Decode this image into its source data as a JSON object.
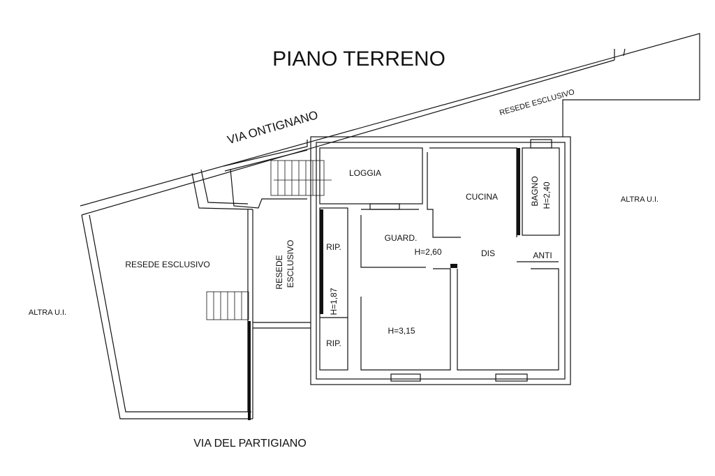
{
  "title": "PIANO TERRENO",
  "streets": {
    "top": "VIA ONTIGNANO",
    "bottom": "VIA DEL PARTIGIANO"
  },
  "areas": {
    "resede_top": "RESEDE ESCLUSIVO",
    "resede_left": "RESEDE ESCLUSIVO",
    "resede_mid_line1": "RESEDE",
    "resede_mid_line2": "ESCLUSIVO",
    "altra_left": "ALTRA U.I.",
    "altra_right": "ALTRA U.I."
  },
  "rooms": {
    "loggia": "LOGGIA",
    "cucina": "CUCINA",
    "bagno": "BAGNO",
    "bagno_height": "H=2,40",
    "guard": "GUARD.",
    "guard_height": "H=2,60",
    "dis": "DIS",
    "anti": "ANTI",
    "rip_top": "RIP.",
    "rip_bottom": "RIP.",
    "rip_height": "H=1,87",
    "room_height": "H=3,15"
  }
}
